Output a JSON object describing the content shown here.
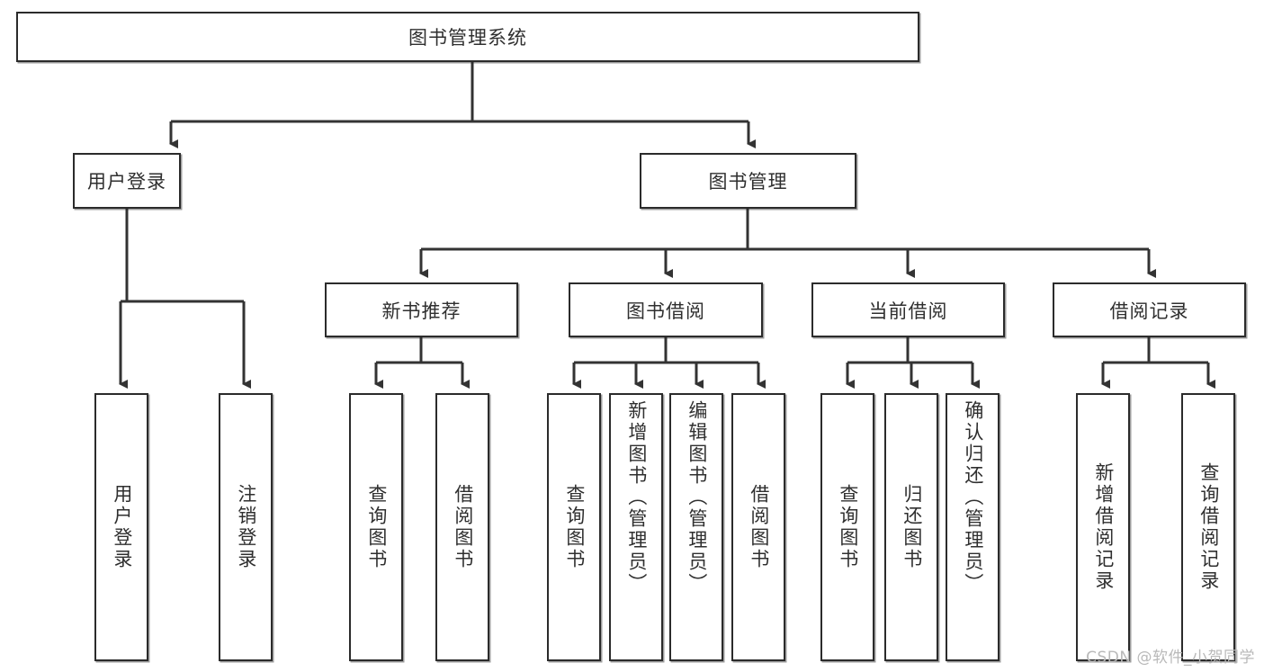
{
  "diagram": {
    "title": "图书管理系统",
    "type": "tree",
    "root": {
      "id": "root",
      "label": "图书管理系统"
    },
    "level2": [
      {
        "id": "n-login",
        "label": "用户登录"
      },
      {
        "id": "n-bookmgr",
        "label": "图书管理"
      }
    ],
    "level3": [
      {
        "id": "n-newrec",
        "label": "新书推荐",
        "parent": "n-bookmgr"
      },
      {
        "id": "n-borrow",
        "label": "图书借阅",
        "parent": "n-bookmgr"
      },
      {
        "id": "n-current",
        "label": "当前借阅",
        "parent": "n-bookmgr"
      },
      {
        "id": "n-history",
        "label": "借阅记录",
        "parent": "n-bookmgr"
      }
    ],
    "leaves": [
      {
        "id": "l1",
        "label": "用户登录",
        "parent": "n-login"
      },
      {
        "id": "l2",
        "label": "注销登录",
        "parent": "n-login"
      },
      {
        "id": "l3",
        "label": "查询图书",
        "parent": "n-newrec"
      },
      {
        "id": "l4",
        "label": "借阅图书",
        "parent": "n-newrec"
      },
      {
        "id": "l5",
        "label": "查询图书",
        "parent": "n-borrow"
      },
      {
        "id": "l6",
        "label": "新增图书（管理员）",
        "parent": "n-borrow"
      },
      {
        "id": "l7",
        "label": "编辑图书（管理员）",
        "parent": "n-borrow"
      },
      {
        "id": "l8",
        "label": "借阅图书",
        "parent": "n-borrow"
      },
      {
        "id": "l9",
        "label": "查询图书",
        "parent": "n-current"
      },
      {
        "id": "l10",
        "label": "归还图书",
        "parent": "n-current"
      },
      {
        "id": "l11",
        "label": "确认归还（管理员）",
        "parent": "n-current"
      },
      {
        "id": "l12",
        "label": "新增借阅记录",
        "parent": "n-history"
      },
      {
        "id": "l13",
        "label": "查询借阅记录",
        "parent": "n-history"
      }
    ],
    "colors": {
      "box_border": "#2b2b2b",
      "box_fill": "#ffffff",
      "text": "#2f2f2f",
      "connector": "#333333",
      "watermark": "#b9b9b9"
    }
  },
  "watermark": {
    "text": "CSDN @软件_小贺同学"
  }
}
